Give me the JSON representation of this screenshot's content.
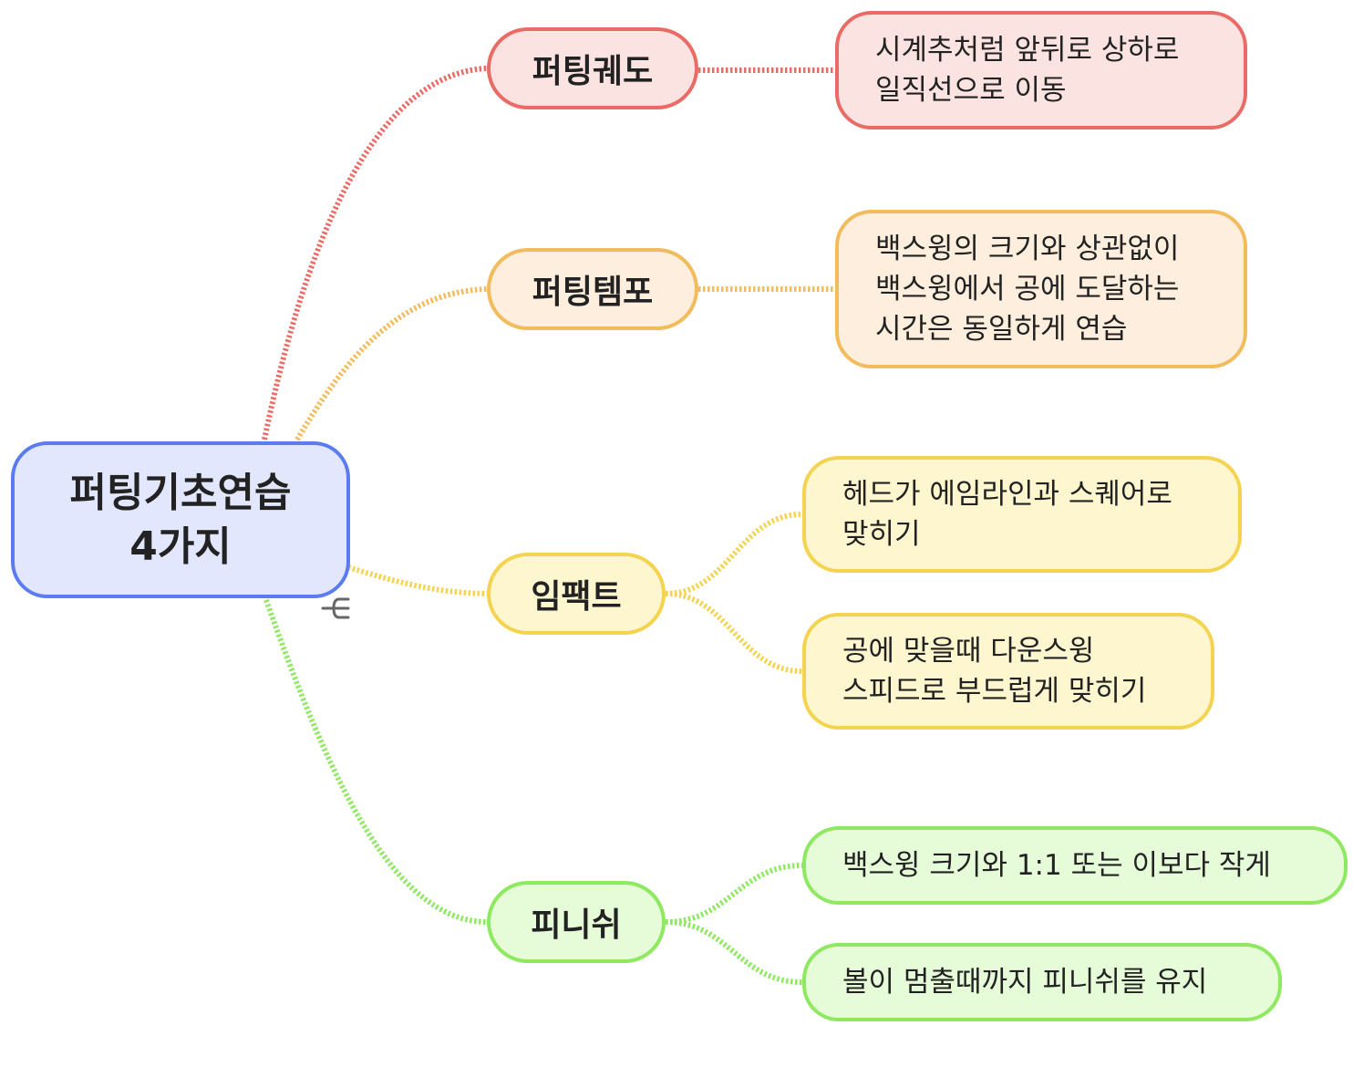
{
  "colors": {
    "root_border": "#5b7cf0",
    "root_fill": "#e3e7fd",
    "red_border": "#ea6b65",
    "red_fill": "#fbe3e2",
    "orange_border": "#f2bb5c",
    "orange_fill": "#fdeedd",
    "yellow_border": "#f3d34f",
    "yellow_fill": "#fef6cf",
    "green_border": "#8ee860",
    "green_fill": "#e6fbd8",
    "text": "#222222",
    "icon": "#666666"
  },
  "root": {
    "label": "퍼팅기초연습\n4가지"
  },
  "branches": [
    {
      "label": "퍼팅궤도",
      "color": "red",
      "leaves": [
        {
          "text": "시계추처럼 앞뒤로 상하로\n일직선으로 이동"
        }
      ]
    },
    {
      "label": "퍼팅템포",
      "color": "orange",
      "leaves": [
        {
          "text": "백스윙의 크기와 상관없이\n백스윙에서 공에 도달하는\n시간은 동일하게 연습"
        }
      ]
    },
    {
      "label": "임팩트",
      "color": "yellow",
      "leaves": [
        {
          "text": "헤드가 에임라인과 스퀘어로\n맞히기"
        },
        {
          "text": "공에 맞을때 다운스윙\n스피드로 부드럽게 맞히기"
        }
      ]
    },
    {
      "label": "피니쉬",
      "color": "green",
      "leaves": [
        {
          "text": "백스윙 크기와 1:1 또는 이보다 작게"
        },
        {
          "text": "볼이 멈출때까지 피니쉬를 유지"
        }
      ]
    }
  ],
  "icons": {
    "collapse": "collapse-branch-icon"
  }
}
